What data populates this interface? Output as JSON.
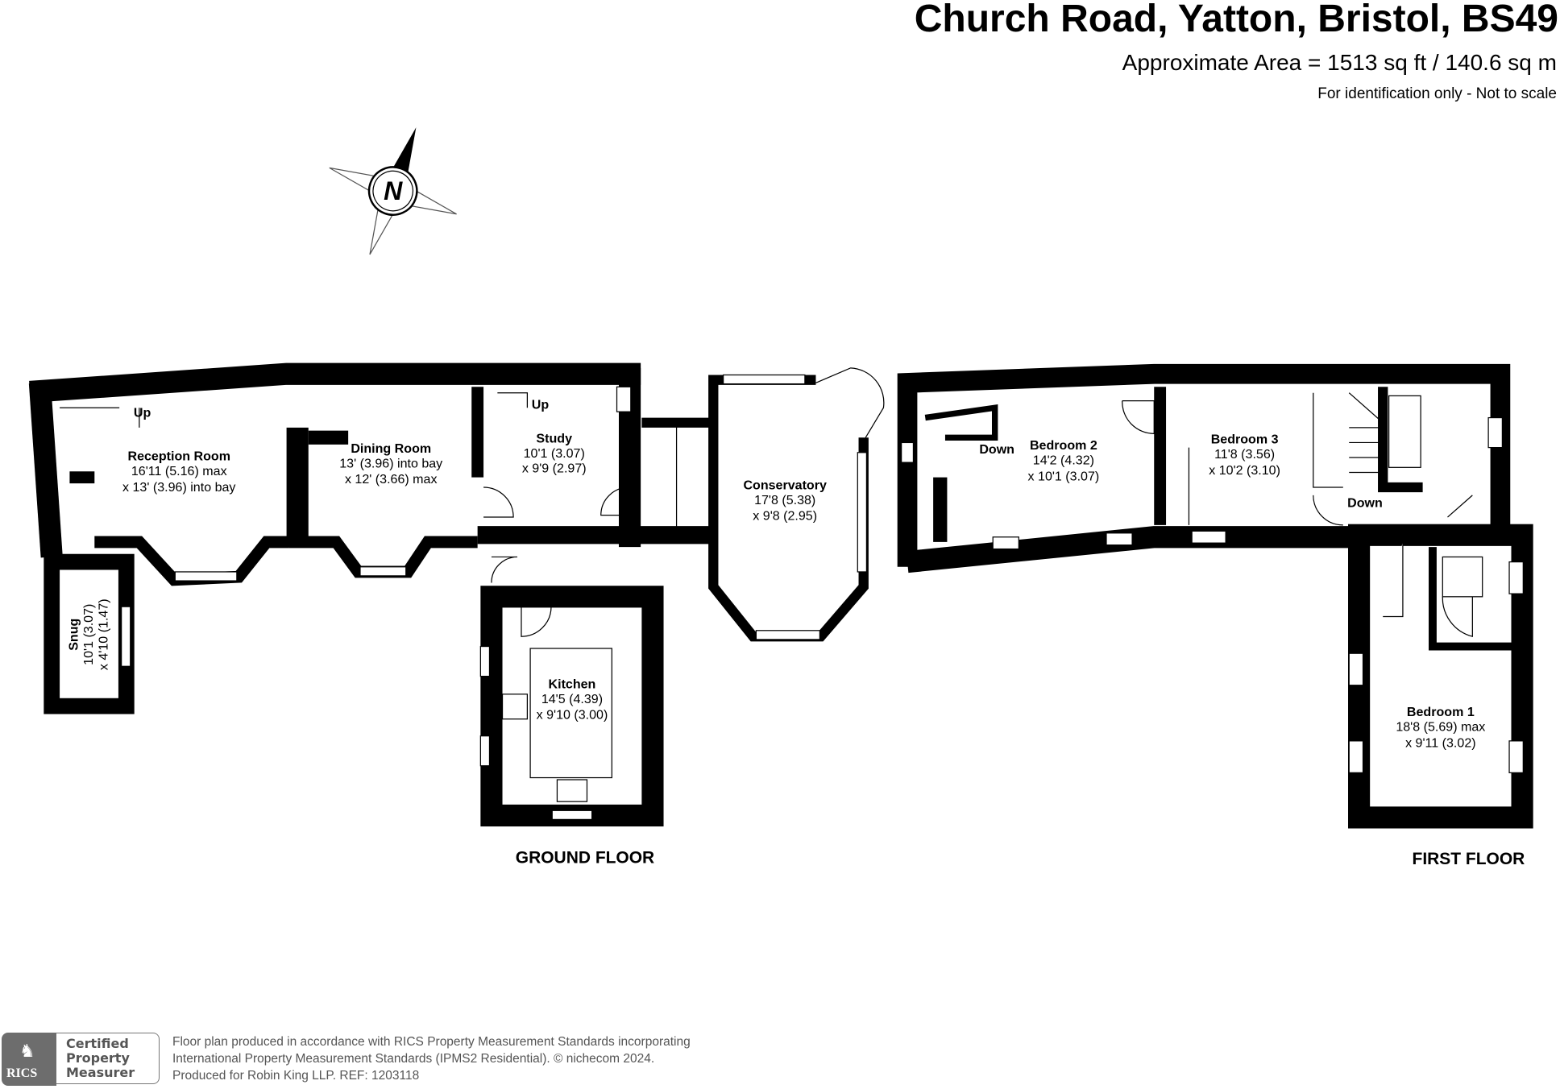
{
  "header": {
    "title": "Church Road, Yatton, Bristol, BS49",
    "area": "Approximate Area = 1513 sq ft / 140.6 sq m",
    "note": "For identification only - Not to scale"
  },
  "compass": {
    "letter": "N",
    "icon": "compass-rose-icon"
  },
  "ground_floor": {
    "label": "GROUND FLOOR",
    "rooms": [
      {
        "name": "Reception Room",
        "dim1": "16'11 (5.16) max",
        "dim2": "x 13' (3.96) into bay"
      },
      {
        "name": "Dining Room",
        "dim1": "13' (3.96) into bay",
        "dim2": "x 12' (3.66) max"
      },
      {
        "name": "Study",
        "dim1": "10'1 (3.07)",
        "dim2": "x 9'9 (2.97)"
      },
      {
        "name": "Conservatory",
        "dim1": "17'8 (5.38)",
        "dim2": "x 9'8 (2.95)"
      },
      {
        "name": "Kitchen",
        "dim1": "14'5 (4.39)",
        "dim2": "x 9'10 (3.00)"
      },
      {
        "name": "Snug",
        "dim1": "10'1 (3.07)",
        "dim2": "x 4'10 (1.47)"
      }
    ],
    "stairs": [
      "Up",
      "Up"
    ]
  },
  "first_floor": {
    "label": "FIRST FLOOR",
    "rooms": [
      {
        "name": "Bedroom 2",
        "dim1": "14'2 (4.32)",
        "dim2": "x 10'1 (3.07)"
      },
      {
        "name": "Bedroom 3",
        "dim1": "11'8 (3.56)",
        "dim2": "x 10'2 (3.10)"
      },
      {
        "name": "Bedroom 1",
        "dim1": "18'8 (5.69) max",
        "dim2": "x 9'11 (3.02)"
      }
    ],
    "stairs": [
      "Down",
      "Down"
    ]
  },
  "footer": {
    "badge_brand": "RICS",
    "badge_lines": [
      "Certified",
      "Property",
      "Measurer"
    ],
    "lines": [
      "Floor plan produced in accordance with RICS Property Measurement Standards incorporating",
      "International Property Measurement Standards (IPMS2 Residential).   © nichecom 2024.",
      "Produced for Robin King LLP.   REF:  1203118"
    ]
  }
}
